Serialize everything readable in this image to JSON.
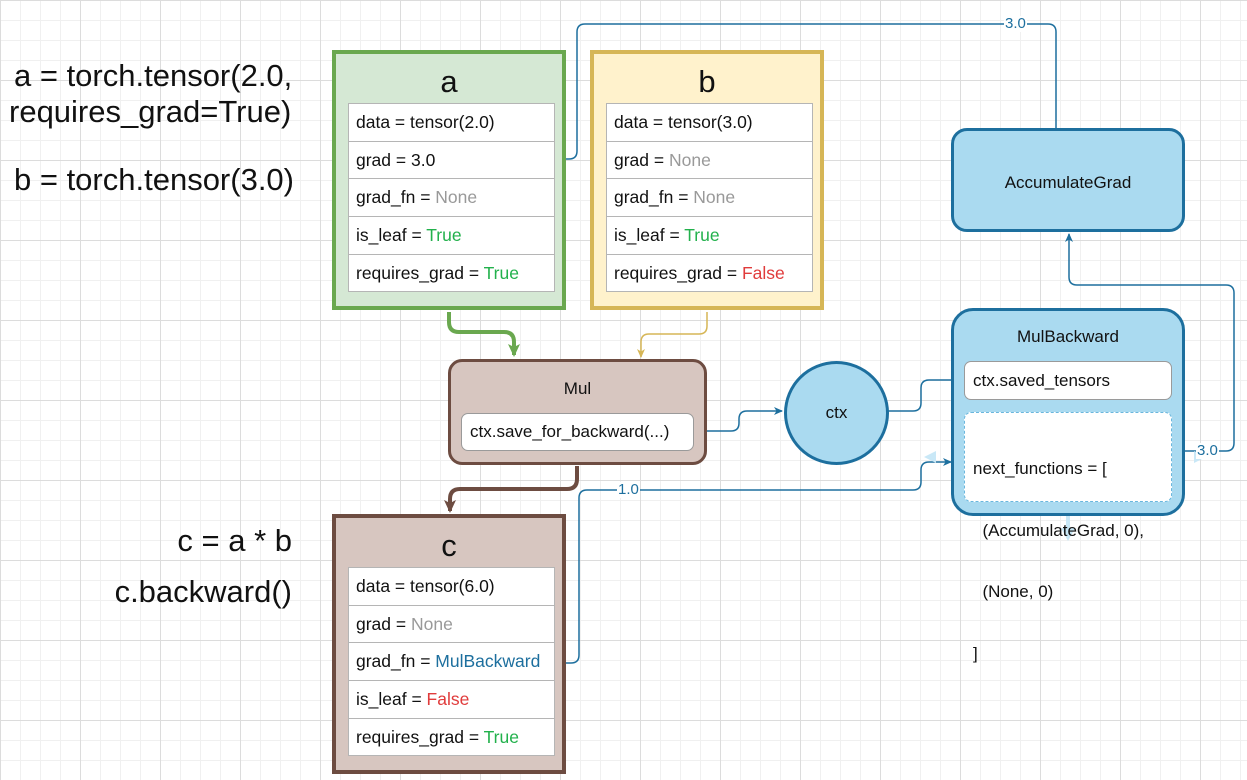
{
  "code": {
    "line_a": "a = torch.tensor(2.0,",
    "line_a2": "requires_grad=True)",
    "line_b": "b = torch.tensor(3.0)",
    "line_c": "c = a * b",
    "line_backward": "c.backward()"
  },
  "tensor_a": {
    "title": "a",
    "rows": [
      {
        "key": "data = ",
        "value": "tensor(2.0)"
      },
      {
        "key": "grad = ",
        "value": "3.0"
      },
      {
        "key": "grad_fn = ",
        "value": "None"
      },
      {
        "key": "is_leaf = ",
        "value": "True"
      },
      {
        "key": "requires_grad = ",
        "value": "True"
      }
    ]
  },
  "tensor_b": {
    "title": "b",
    "rows": [
      {
        "key": "data = ",
        "value": "tensor(3.0)"
      },
      {
        "key": "grad = ",
        "value": "None"
      },
      {
        "key": "grad_fn = ",
        "value": "None"
      },
      {
        "key": "is_leaf = ",
        "value": "True"
      },
      {
        "key": "requires_grad = ",
        "value": "False"
      }
    ]
  },
  "tensor_c": {
    "title": "c",
    "rows": [
      {
        "key": "data = ",
        "value": "tensor(6.0)"
      },
      {
        "key": "grad = ",
        "value": "None"
      },
      {
        "key": "grad_fn = ",
        "value": "MulBackward"
      },
      {
        "key": "is_leaf = ",
        "value": "False"
      },
      {
        "key": "requires_grad = ",
        "value": "True"
      }
    ]
  },
  "mul": {
    "label": "Mul",
    "call": "ctx.save_for_backward(...)"
  },
  "ctx": {
    "label": "ctx"
  },
  "mulbackward": {
    "label": "MulBackward",
    "saved": "ctx.saved_tensors",
    "next_functions": [
      "next_functions = [",
      "  (AccumulateGrad, 0),",
      "  (None, 0)",
      "]"
    ]
  },
  "accumulategrad": {
    "label": "AccumulateGrad"
  },
  "edges": {
    "grad_to_a": "3.0",
    "grad_to_accumulate": "3.0",
    "grad_into_mulbackward": "1.0"
  },
  "colors": {
    "a_fill": "#d5e8d4",
    "a_stroke": "#6aa84f",
    "b_fill": "#fff2cc",
    "b_stroke": "#d6b656",
    "c_fill": "#d7c6c0",
    "c_stroke": "#6d4c41",
    "fn_fill": "#aadaf0",
    "fn_stroke": "#1d6f9e",
    "true": "#22b14c",
    "false": "#e03b3b",
    "none": "#999999"
  }
}
